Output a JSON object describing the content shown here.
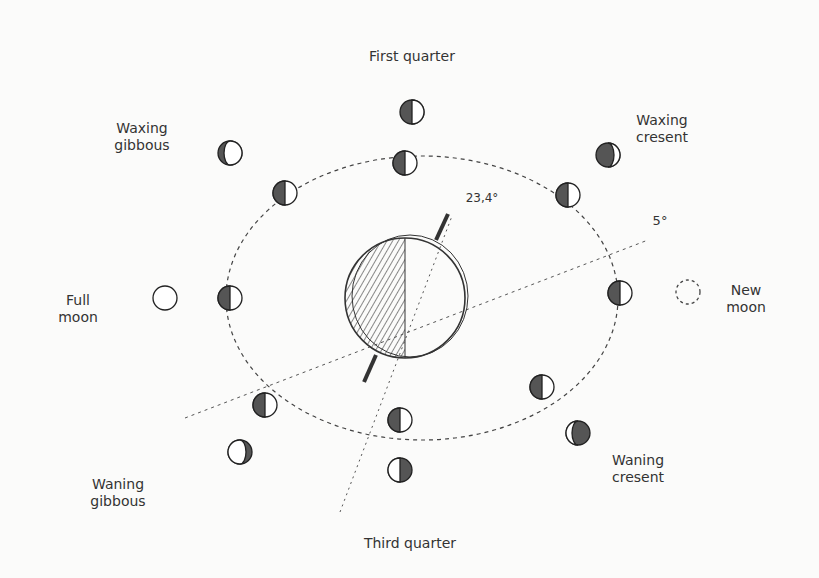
{
  "diagram": {
    "labels": [
      "First quarter",
      "Waxing cresent",
      "Waxing gibbous",
      "Full moon",
      "New moon",
      "Waning gibbous",
      "Waning cresent",
      "Third quarter",
      "23,4°",
      "5°"
    ]
  }
}
